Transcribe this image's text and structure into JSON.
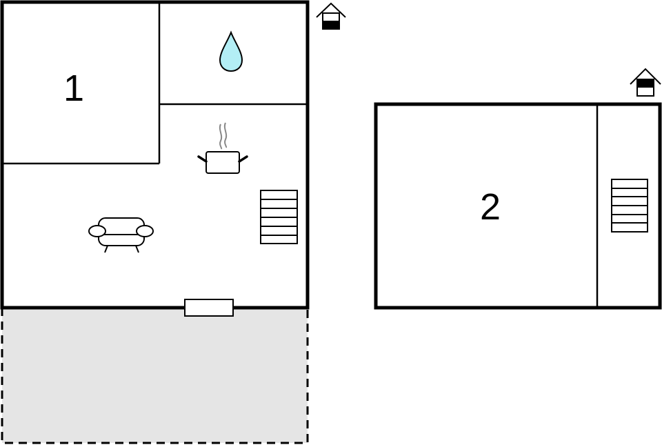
{
  "diagram": {
    "type": "floor-plan",
    "buildings": [
      {
        "id": "building-left",
        "rooms": [
          {
            "label": "1",
            "kind": "bedroom"
          },
          {
            "label": "",
            "kind": "bathroom",
            "icon": "water-drop-icon"
          },
          {
            "label": "",
            "kind": "kitchen-living",
            "icons": [
              "cooking-pot-icon",
              "sofa-icon",
              "staircase-icon"
            ]
          }
        ],
        "entrance_icon": "house-entrance-icon",
        "terrace": {
          "style": "dashed",
          "fill": "#e5e5e5"
        },
        "door": "terrace-door"
      },
      {
        "id": "building-right",
        "rooms": [
          {
            "label": "2",
            "kind": "bedroom"
          },
          {
            "label": "",
            "kind": "stair-hall",
            "icons": [
              "staircase-icon"
            ]
          }
        ],
        "entrance_icon": "house-entrance-icon"
      }
    ],
    "colors": {
      "wall": "#000000",
      "terrace": "#e5e5e5",
      "water": "#b3eef5",
      "steam": "#888888",
      "background": "#ffffff"
    }
  },
  "labels": {
    "room1": "1",
    "room2": "2"
  }
}
